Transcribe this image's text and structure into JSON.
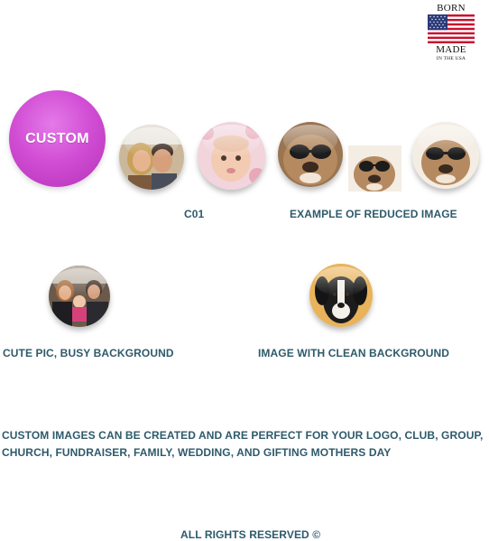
{
  "badge": {
    "top_text": "BORN",
    "middle_text": "MADE",
    "bottom_text": "IN THE USA",
    "flag_icon": "us-flag-icon"
  },
  "custom_button": {
    "label": "CUSTOM",
    "color": "#d24fd5"
  },
  "captions": {
    "c01": "C01",
    "reduced": "EXAMPLE OF REDUCED IMAGE",
    "busy": "CUTE PIC, BUSY BACKGROUND",
    "clean": "IMAGE WITH CLEAN BACKGROUND"
  },
  "description": {
    "line1": "CUSTOM IMAGES CAN BE CREATED AND ARE PERFECT FOR YOUR LOGO, CLUB, GROUP,",
    "line2": "CHURCH, FUNDRAISER, FAMILY, WEDDING, AND GIFTING MOTHERS DAY"
  },
  "footer": {
    "rights": "ALL RIGHTS RESERVED ©"
  },
  "colors": {
    "caption_text": "#2e5a6b",
    "background": "#ffffff"
  }
}
